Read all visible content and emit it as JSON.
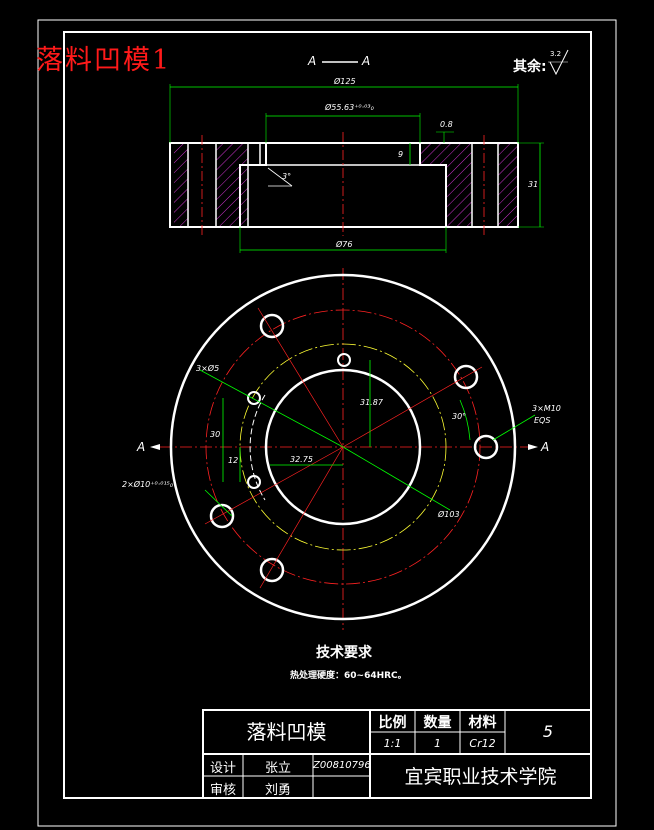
{
  "corner_title": "落料凹模1",
  "section_label": {
    "left": "A",
    "right": "A"
  },
  "roughness": {
    "text": "其余",
    "value": "3.2"
  },
  "dimensions": {
    "d125": "Ø125",
    "d55": "Ø55.63⁺⁰·⁰³₀",
    "d76": "Ø76",
    "h31": "31",
    "h9": "9",
    "r08": "0.8",
    "angle_3": "3°",
    "holes_3d5": "3×Ø5",
    "holes_3m10": "3×M10",
    "eqs": "EQS",
    "d30": "30",
    "d12": "12",
    "d31_87": "31.87",
    "d32_75": "32.75",
    "angle_30": "30°",
    "d103": "Ø103",
    "pin_holes": "2×Ø10⁺⁰·⁰¹⁵₀"
  },
  "plan_labels": {
    "left": "A",
    "right": "A"
  },
  "notes": {
    "title": "技术要求",
    "line1": "热处理硬度：60~64HRC。"
  },
  "title_block": {
    "part_name": "落料凹模",
    "scale_label": "比例",
    "qty_label": "数量",
    "material_label": "材料",
    "scale_value": "1:1",
    "qty_value": "1",
    "material_value": "Cr12",
    "sheet_no": "5",
    "design_label": "设计",
    "designer": "张立",
    "drawing_no": "Z00810796",
    "review_label": "审核",
    "reviewer": "刘勇",
    "school": "宜宾职业技术学院"
  },
  "colors": {
    "background": "#000000",
    "lines": "#ffffff",
    "title": "#ff1a1a",
    "dimension": "#00ff00",
    "center": "#ff2222",
    "hatch": "#cc33cc",
    "pitch_circle": "#ffff33"
  }
}
